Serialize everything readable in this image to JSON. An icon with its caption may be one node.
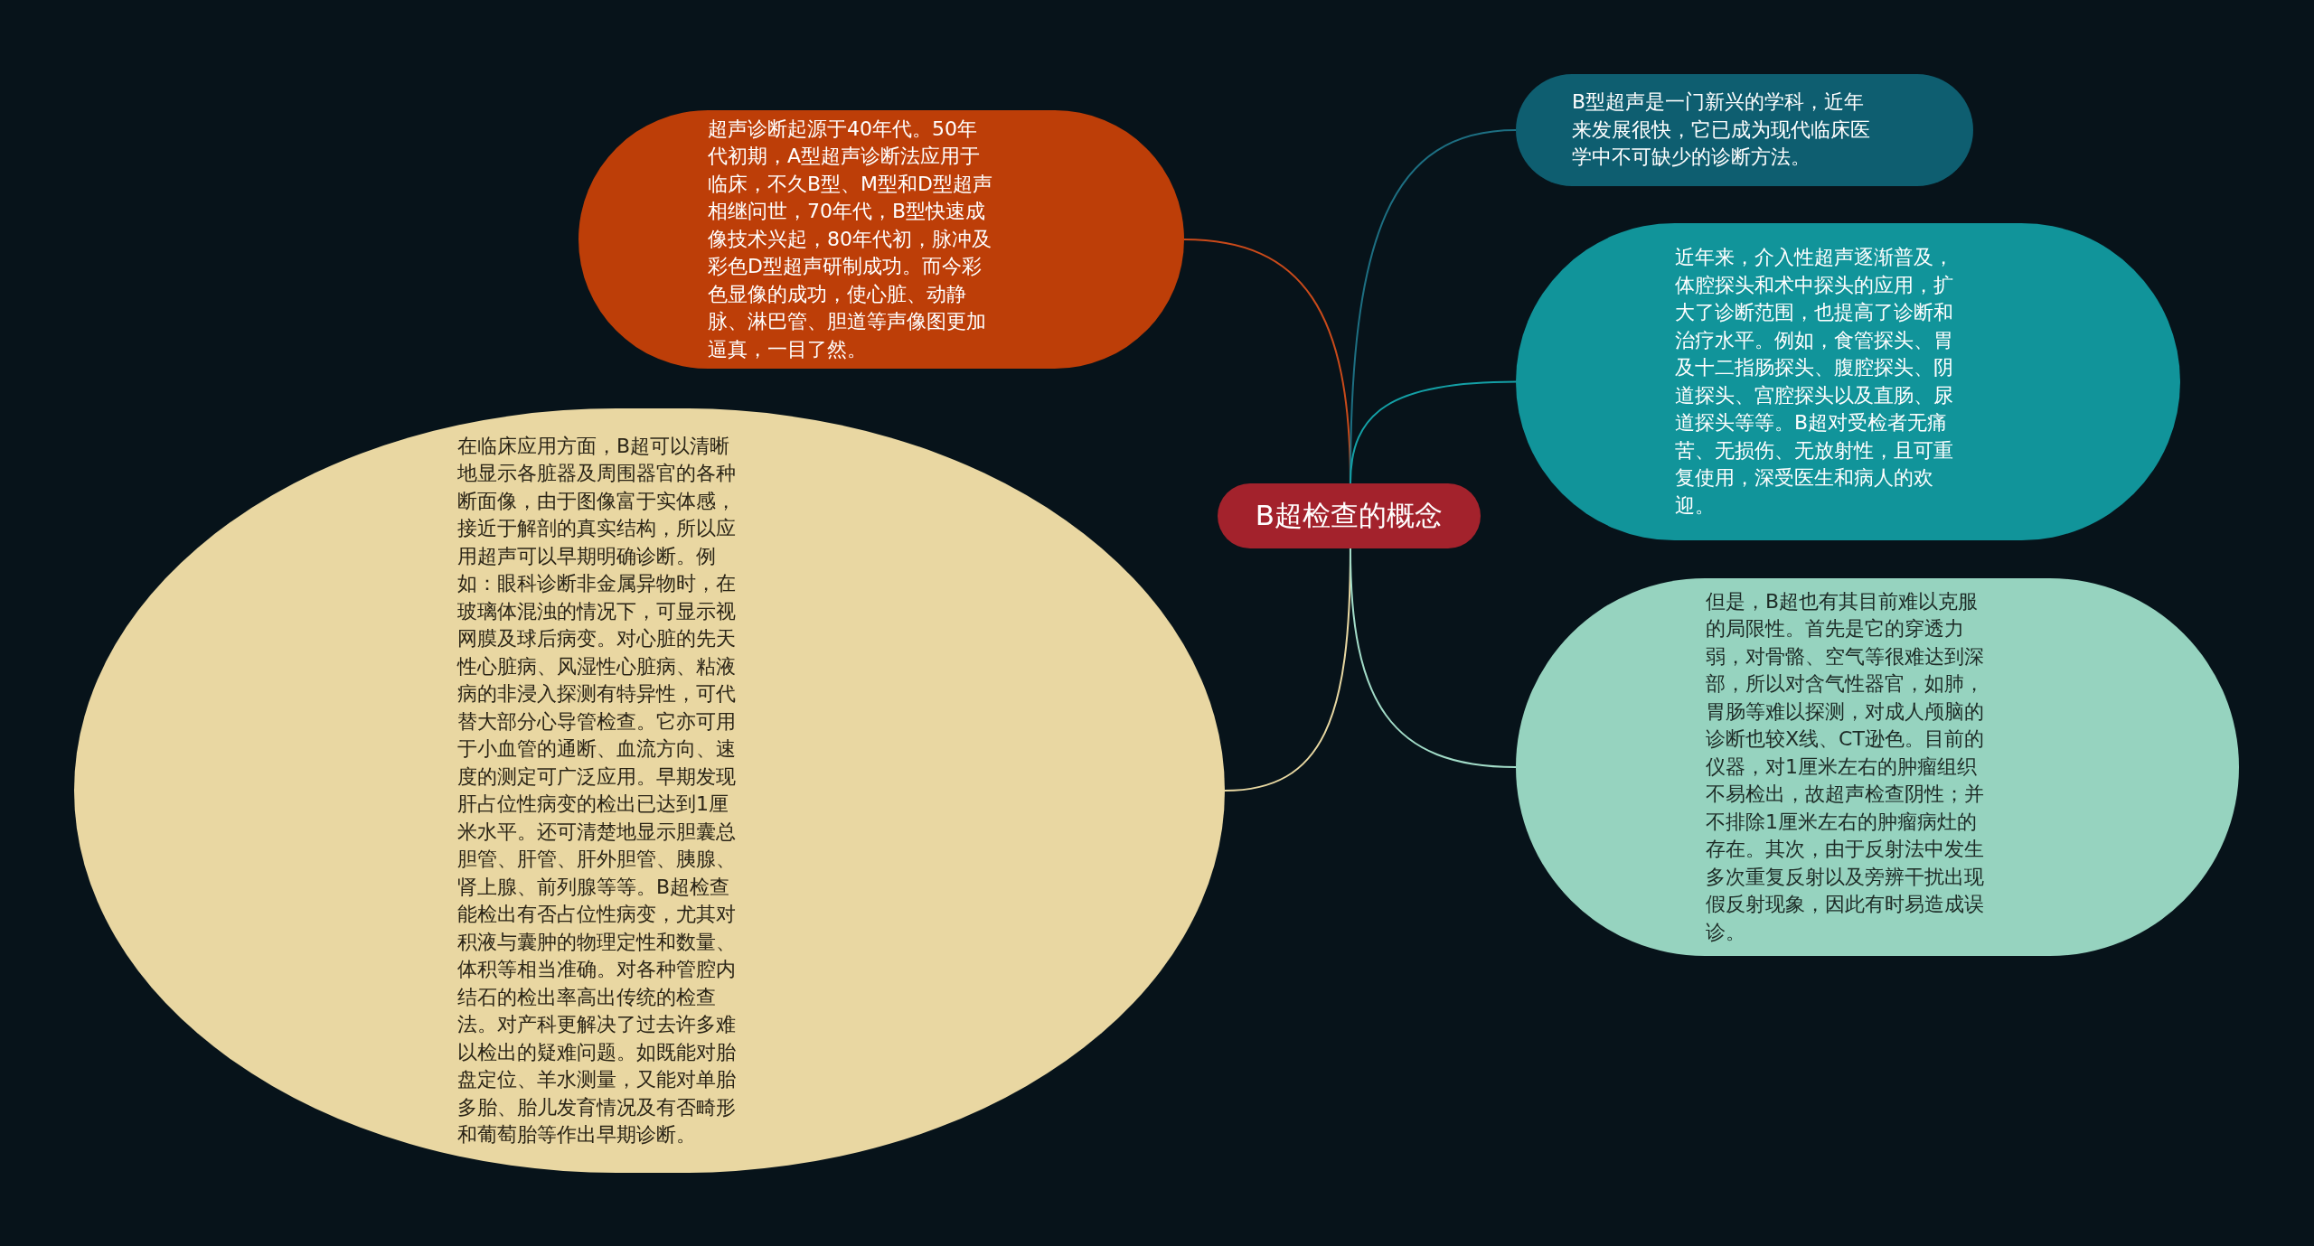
{
  "diagram": {
    "nodes": [
      {
        "text": [
          "B超检查的概念"
        ]
      },
      {
        "text": [
          "超声诊断起源于40年代。50年代初期，A型超声诊断法应用于临床，不久B型、M型和D型超声相继问世，70年代，B型快速成像技术兴起，80年代初，脉冲及彩色D型超声研制成功。而今彩色显像的成功，使心脏、动静脉、淋巴管、胆道等声像图更加逼真，一目了然。"
        ]
      },
      {
        "text": [
          "在临床应用方面，B超可以清晰地显示各脏器及周围器官的各种断面像，由于图像富于实体感，接近于解剖的真实结构，所以应用超声可以早期明确诊断。例如：眼科诊断非金属异物时，在玻璃体混浊的情况下，可显示视网膜及球后病变。对心脏的先天性心脏病、风湿性心脏病、粘液病的非浸入探测有特异性，可代替大部分心导管检查。它亦可用于小血管的通断、血流方向、速度的测定可广泛应用。早期发现肝占位性病变的检出已达到1厘米水平。还可清楚地显示胆囊总胆管、肝管、肝外胆管、胰腺、肾上腺、前列腺等等。B超检查能检出有否占位性病变，尤其对积液与囊肿的物理定性和数量、体积等相当准确。对各种管腔内结石的检出率高出传统的检查法。对产科更解决了过去许多难以检出的疑难问题。如既能对胎盘定位、羊水测量，又能对单胎多胎、胎儿发育情况及有否畸形和葡萄胎等作出早期诊断。"
        ]
      },
      {
        "text": [
          "B型超声是一门新兴的学科，近年来发展很快，它已成为现代临床医学中不可缺少的诊断方法。"
        ]
      },
      {
        "text": [
          "近年来，介入性超声逐渐普及，体腔探头和术中探头的应用，扩大了诊断范围，也提高了诊断和治疗水平。例如，食管探头、胃及十二指肠探头、腹腔探头、阴道探头、宫腔探头以及直肠、尿道探头等等。B超对受检者无痛苦、无损伤、无放射性，且可重复使用，深受医生和病人的欢迎。"
        ]
      },
      {
        "text": [
          "但是，B超也有其目前难以克服的局限性。首先是它的穿透力弱，对骨骼、空气等很难达到深部，所以对含气性器官，如肺，胃肠等难以探测，对成人颅脑的诊断也较X线、CT逊色。目前的仪器，对1厘米左右的肿瘤组织不易检出，故超声检查阴性；并不排除1厘米左右的肿瘤病灶的存在。其次，由于反射法中发生多次重复反射以及旁辨干扰出现假反射现象，因此有时易造成误诊。"
        ]
      }
    ],
    "edges": [
      {
        "from": 0,
        "to": 1,
        "arrow": "none",
        "color": "#c94a1a"
      },
      {
        "from": 0,
        "to": 2,
        "arrow": "none",
        "color": "#e8d8a2"
      },
      {
        "from": 0,
        "to": 3,
        "arrow": "none",
        "color": "#1d6f82"
      },
      {
        "from": 0,
        "to": 4,
        "arrow": "none",
        "color": "#14a0a6"
      },
      {
        "from": 0,
        "to": 5,
        "arrow": "none",
        "color": "#a2dcc8"
      }
    ]
  }
}
